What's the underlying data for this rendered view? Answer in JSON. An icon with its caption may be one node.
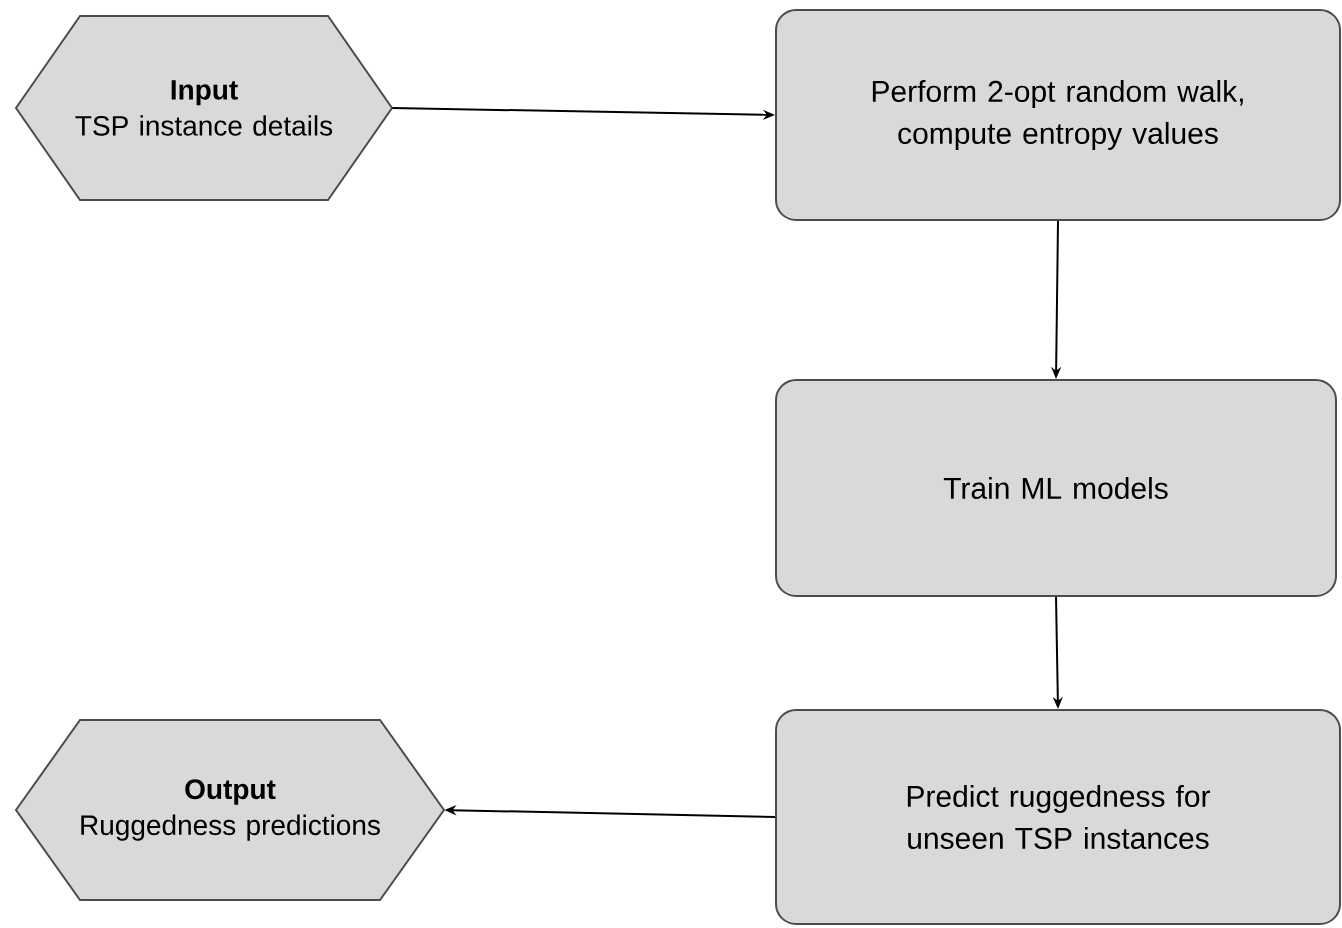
{
  "diagram": {
    "nodes": [
      {
        "text": [
          "Input",
          "TSP instance details"
        ]
      },
      {
        "text": [
          "Perform 2-opt random walk, compute entropy values"
        ]
      },
      {
        "text": [
          "Train ML models"
        ]
      },
      {
        "text": [
          "Predict ruggedness for unseen TSP instances"
        ]
      },
      {
        "text": [
          "Output",
          "Ruggedness predictions"
        ]
      }
    ],
    "edges": [
      {
        "from": 0,
        "to": 1,
        "arrow": "to"
      },
      {
        "from": 1,
        "to": 2,
        "arrow": "to"
      },
      {
        "from": 2,
        "to": 3,
        "arrow": "to"
      },
      {
        "from": 3,
        "to": 4,
        "arrow": "to"
      }
    ]
  }
}
